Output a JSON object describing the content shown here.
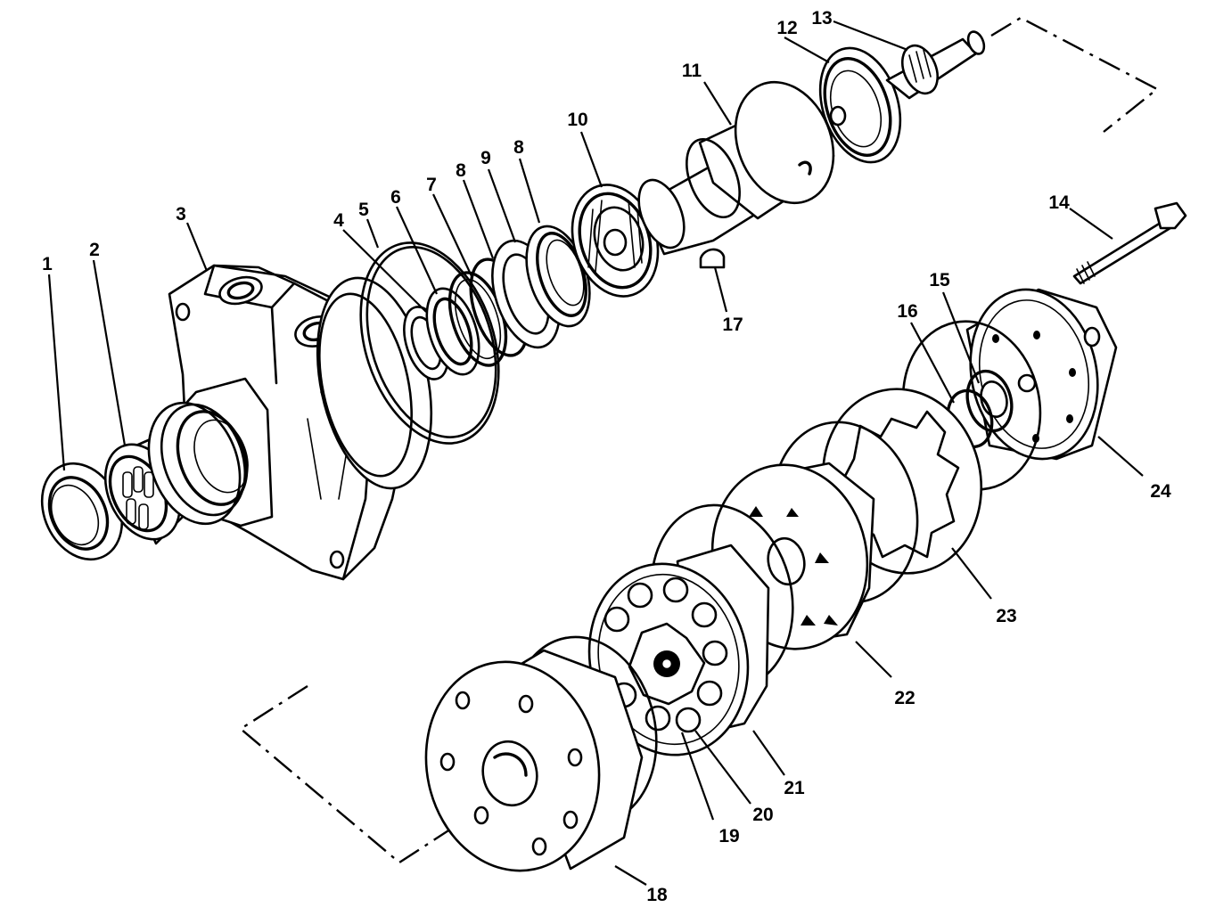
{
  "figure": {
    "callouts": [
      {
        "id": "1",
        "text": "1"
      },
      {
        "id": "2",
        "text": "2"
      },
      {
        "id": "3",
        "text": "3"
      },
      {
        "id": "4",
        "text": "4"
      },
      {
        "id": "5",
        "text": "5"
      },
      {
        "id": "6",
        "text": "6"
      },
      {
        "id": "7",
        "text": "7"
      },
      {
        "id": "8a",
        "text": "8"
      },
      {
        "id": "9",
        "text": "9"
      },
      {
        "id": "8b",
        "text": "8"
      },
      {
        "id": "10",
        "text": "10"
      },
      {
        "id": "11",
        "text": "11"
      },
      {
        "id": "12",
        "text": "12"
      },
      {
        "id": "13",
        "text": "13"
      },
      {
        "id": "14",
        "text": "14"
      },
      {
        "id": "15",
        "text": "15"
      },
      {
        "id": "16",
        "text": "16"
      },
      {
        "id": "17",
        "text": "17"
      },
      {
        "id": "18",
        "text": "18"
      },
      {
        "id": "19",
        "text": "19"
      },
      {
        "id": "20",
        "text": "20"
      },
      {
        "id": "21",
        "text": "21"
      },
      {
        "id": "22",
        "text": "22"
      },
      {
        "id": "23",
        "text": "23"
      },
      {
        "id": "24",
        "text": "24"
      }
    ]
  }
}
